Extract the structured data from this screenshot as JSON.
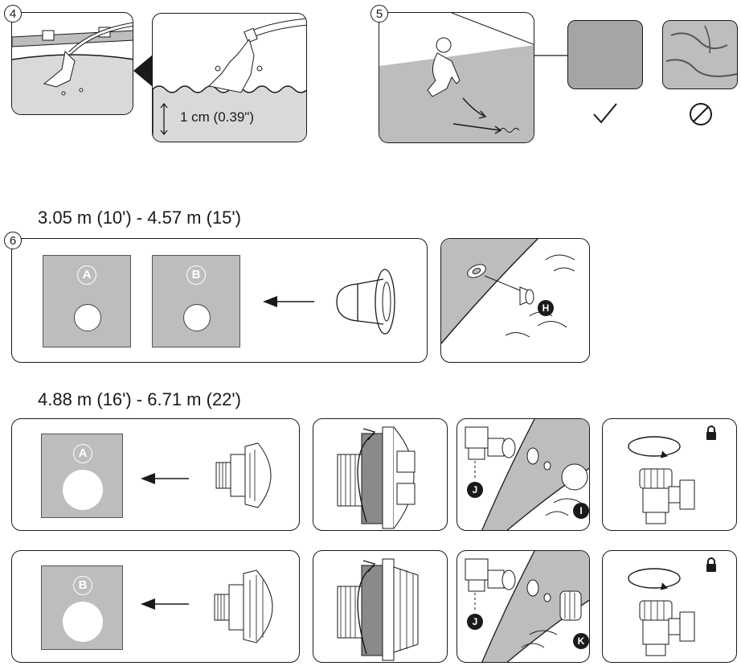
{
  "steps": {
    "s4": {
      "number": "4",
      "measure": "1 cm (0.39\")"
    },
    "s5": {
      "number": "5"
    },
    "s6": {
      "number": "6"
    }
  },
  "headings": {
    "small_pool": "3.05 m (10') - 4.57 m (15')",
    "large_pool": "4.88 m (16') - 6.71 m (22')"
  },
  "labels": {
    "a": "A",
    "b": "B",
    "h": "H",
    "i": "I",
    "j": "J",
    "k": "K"
  },
  "colors": {
    "panel_border": "#1a1a1a",
    "liner_gray": "#bdbdbd",
    "water_gray": "#d9d9d9"
  }
}
